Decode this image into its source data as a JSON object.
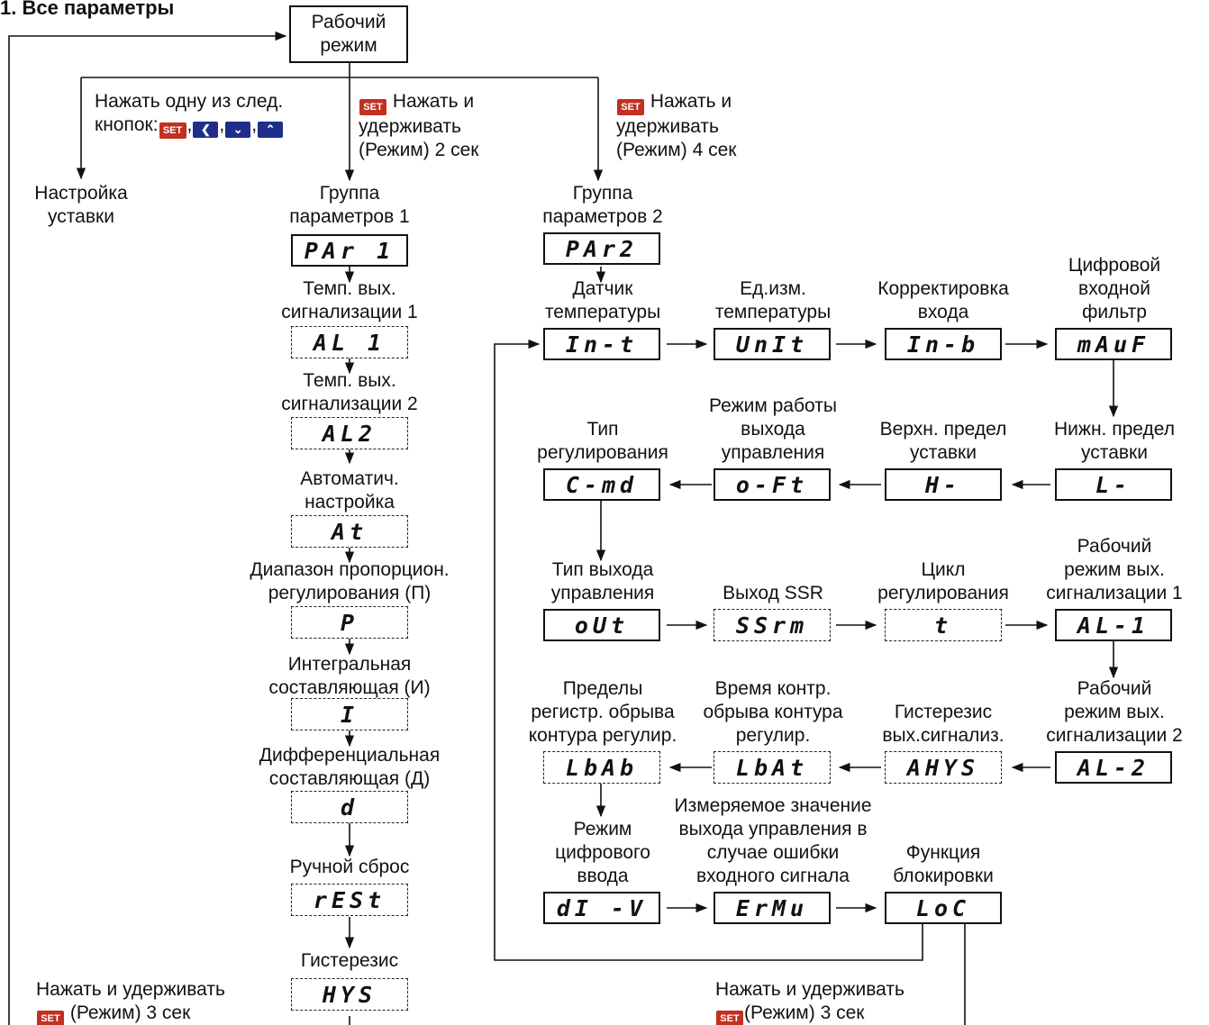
{
  "heading": "1. Все параметры",
  "run_mode": {
    "line1": "Рабочий",
    "line2": "режим"
  },
  "set_label": "SET",
  "nav_icons": {
    "left": "chevron-left",
    "down": "chevron-down",
    "up": "chevron-up"
  },
  "entry": {
    "press_one_line1": "Нажать одну из след.",
    "press_one_line2": "кнопок:",
    "hold2_line1": "Нажать и",
    "hold2_line2": "удерживать",
    "hold2_line3": "(Режим) 2 сек",
    "hold4_line1": "Нажать и",
    "hold4_line2": "удерживать",
    "hold4_line3": "(Режим) 4 сек",
    "setpoint_line1": "Настройка",
    "setpoint_line2": "уставки"
  },
  "group1": {
    "title_line1": "Группа",
    "title_line2": "параметров 1",
    "code": "PAr 1",
    "items": [
      {
        "l1": "Темп. вых.",
        "l2": "сигнализации 1",
        "code": "AL 1"
      },
      {
        "l1": "Темп. вых.",
        "l2": "сигнализации 2",
        "code": "AL2"
      },
      {
        "l1": "Автоматич.",
        "l2": "настройка",
        "code": "At"
      },
      {
        "l1": "Диапазон пропорцион.",
        "l2": "регулирования (П)",
        "code": "P"
      },
      {
        "l1": "Интегральная",
        "l2": "составляющая (И)",
        "code": "I"
      },
      {
        "l1": "Дифференциальная",
        "l2": "составляющая (Д)",
        "code": "d"
      },
      {
        "l1": "",
        "l2": "Ручной сброс",
        "code": "rESt"
      },
      {
        "l1": "",
        "l2": "Гистерезис",
        "code": "HYS"
      }
    ]
  },
  "group2": {
    "title_line1": "Группа",
    "title_line2": "параметров 2",
    "code": "PAr2",
    "items": [
      {
        "l1": "",
        "l2": "Датчик",
        "l3": "температуры",
        "code": "In-t"
      },
      {
        "l1": "",
        "l2": "Ед.изм.",
        "l3": "температуры",
        "code": "UnIt"
      },
      {
        "l1": "",
        "l2": "Корректировка",
        "l3": "входа",
        "code": "In-b"
      },
      {
        "l1": "Цифровой",
        "l2": "входной",
        "l3": "фильтр",
        "code": "mAuF"
      },
      {
        "l1": "",
        "l2": "Нижн. предел",
        "l3": "уставки",
        "code": "L-"
      },
      {
        "l1": "",
        "l2": "Верхн. предел",
        "l3": "уставки",
        "code": "H-"
      },
      {
        "l1": "Режим работы",
        "l2": "выхода",
        "l3": "управления",
        "code": "o-Ft"
      },
      {
        "l1": "",
        "l2": "Тип",
        "l3": "регулирования",
        "code": "C-md"
      },
      {
        "l1": "",
        "l2": "Тип выхода",
        "l3": "управления",
        "code": "oUt"
      },
      {
        "l1": "",
        "l2": "",
        "l3": "Выход SSR",
        "code": "SSrm"
      },
      {
        "l1": "",
        "l2": "Цикл",
        "l3": "регулирования",
        "code": "t"
      },
      {
        "l1": "Рабочий",
        "l2": "режим вых.",
        "l3": "сигнализации 1",
        "code": "AL-1"
      },
      {
        "l1": "Рабочий",
        "l2": "режим вых.",
        "l3": "сигнализации 2",
        "code": "AL-2"
      },
      {
        "l1": "",
        "l2": "Гистерезис",
        "l3": "вых.сигнализ.",
        "code": "AHYS"
      },
      {
        "l1": "Время контр.",
        "l2": "обрыва контура",
        "l3": "регулир.",
        "code": "LbAt"
      },
      {
        "l1": "Пределы",
        "l2": "регистр. обрыва",
        "l3": "контура регулир.",
        "code": "LbAb"
      },
      {
        "l1": "Режим",
        "l2": "цифрового",
        "l3": "ввода",
        "code": "dI -V"
      },
      {
        "l1": "Измеряемое значение",
        "l2": "выхода управления в",
        "l3": "случае ошибки",
        "l4": "входного сигнала",
        "code": "ErMu"
      },
      {
        "l1": "",
        "l2": "Функция",
        "l3": "блокировки",
        "code": "LoC"
      }
    ]
  },
  "exit": {
    "left_line1": "Нажать и удерживать",
    "left_line2": "(Режим) 3 сек",
    "right_line1": "Нажать и удерживать",
    "right_line2": "(Режим) 3 сек"
  },
  "colors": {
    "set_button": "#c23020",
    "nav_button": "#1f2e8a",
    "line": "#111111"
  }
}
